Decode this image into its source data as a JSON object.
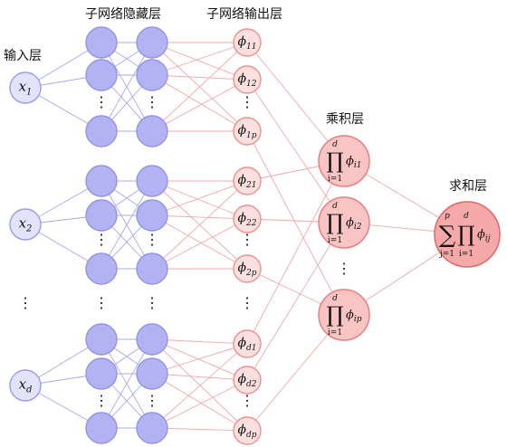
{
  "titles": {
    "input_layer": "输入层",
    "subnet_hidden": "子网络隐藏层",
    "subnet_output": "子网络输出层",
    "product_layer": "乘积层",
    "sum_layer": "求和层"
  },
  "inputs": [
    {
      "base": "x",
      "sub": "1"
    },
    {
      "base": "x",
      "sub": "2"
    },
    {
      "base": "x",
      "sub": "d"
    }
  ],
  "input_vdots": "⋮",
  "hidden_vdots": "⋮",
  "group_vdots": "⋮",
  "subnet_outputs": [
    [
      {
        "base": "ϕ",
        "sub": "11"
      },
      {
        "base": "ϕ",
        "sub": "12"
      },
      {
        "base": "ϕ",
        "sub": "1p"
      }
    ],
    [
      {
        "base": "ϕ",
        "sub": "21"
      },
      {
        "base": "ϕ",
        "sub": "22"
      },
      {
        "base": "ϕ",
        "sub": "2p"
      }
    ],
    [
      {
        "base": "ϕ",
        "sub": "d1"
      },
      {
        "base": "ϕ",
        "sub": "d2"
      },
      {
        "base": "ϕ",
        "sub": "dp"
      }
    ]
  ],
  "products": [
    {
      "op": "∏",
      "upper": "d",
      "lower": "i=1",
      "base": "ϕ",
      "sub": "i1"
    },
    {
      "op": "∏",
      "upper": "d",
      "lower": "i=1",
      "base": "ϕ",
      "sub": "i2"
    },
    {
      "op": "∏",
      "upper": "d",
      "lower": "i=1",
      "base": "ϕ",
      "sub": "ip"
    }
  ],
  "product_vdots": "⋮",
  "sum": {
    "sum_op": "∑",
    "sum_upper": "p",
    "sum_lower": "j=1",
    "prod_op": "∏",
    "prod_upper": "d",
    "prod_lower": "i=1",
    "base": "ϕ",
    "sub": "ij"
  },
  "colors": {
    "input_fill": "#e3e3fb",
    "input_stroke": "#9a9ae8",
    "hidden_fill": "#b3b3f4",
    "hidden_stroke": "#9393e2",
    "blue_edge": "#a8a8ea",
    "output_fill": "#fbe0e0",
    "output_stroke": "#ef8f8f",
    "red_edge": "#f0a8a8",
    "product_fill": "#f9c4c4",
    "product_stroke": "#e78080",
    "sum_fill": "#f6a9a9",
    "sum_stroke": "#e06a6a"
  }
}
